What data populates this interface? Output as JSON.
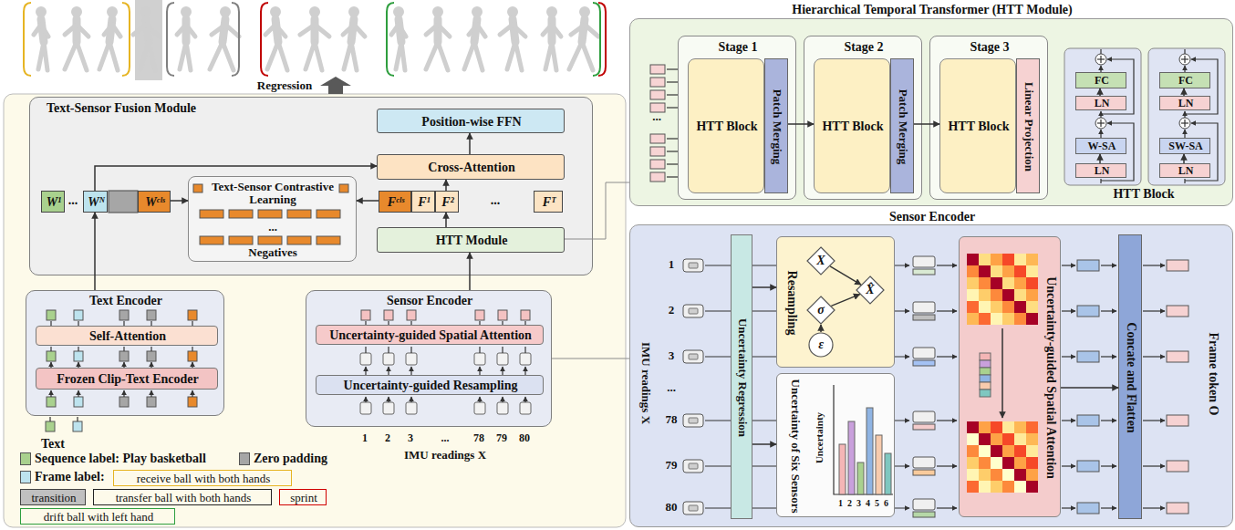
{
  "diagram": {
    "nodes": [
      {
        "text": [
          "Text-Sensor Fusion Module"
        ]
      },
      {
        "text": [
          "Position-wise FFN"
        ],
        "in": 0
      },
      {
        "text": [
          "Cross-Attention"
        ],
        "in": 0
      },
      {
        "text": [
          "W¹"
        ],
        "in": 0
      },
      {
        "text": [
          "Wᴺ"
        ],
        "in": 0
      },
      {
        "text": [
          "Wᶜˡˢ"
        ],
        "in": 0
      },
      {
        "text": [
          "Text-Sensor Contrastive Learning",
          "...",
          "Negatives"
        ],
        "in": 0
      },
      {
        "text": [
          "Fᶜˡˢ"
        ],
        "in": 0
      },
      {
        "text": [
          "F¹"
        ],
        "in": 0
      },
      {
        "text": [
          "F²"
        ],
        "in": 0
      },
      {
        "text": [
          "Fᵀ"
        ],
        "in": 0
      },
      {
        "text": [
          "HTT Module"
        ],
        "in": 0
      },
      {
        "text": [
          "Text Encoder"
        ]
      },
      {
        "text": [
          "Self-Attention"
        ],
        "in": 12
      },
      {
        "text": [
          "Frozen Clip-Text Encoder"
        ],
        "in": 12
      },
      {
        "text": [
          "Sensor Encoder"
        ]
      },
      {
        "text": [
          "Uncertainty-guided Spatial Attention"
        ],
        "in": 15
      },
      {
        "text": [
          "Uncertainty-guided Resampling"
        ],
        "in": 15
      },
      {
        "text": [
          "receive ball with both hands"
        ]
      },
      {
        "text": [
          "transition"
        ]
      },
      {
        "text": [
          "transfer ball with both hands"
        ]
      },
      {
        "text": [
          "sprint"
        ]
      },
      {
        "text": [
          "drift ball with left hand"
        ]
      },
      {
        "text": [
          "Hierarchical Temporal Transformer (HTT Module)"
        ]
      },
      {
        "text": [
          "Stage 1"
        ],
        "in": 23
      },
      {
        "text": [
          "HTT Block"
        ],
        "in": 24
      },
      {
        "text": [
          "Patch Merging"
        ],
        "in": 24
      },
      {
        "text": [
          "Stage 2"
        ],
        "in": 23
      },
      {
        "text": [
          "HTT Block"
        ],
        "in": 27
      },
      {
        "text": [
          "Patch Merging"
        ],
        "in": 27
      },
      {
        "text": [
          "Stage 3"
        ],
        "in": 23
      },
      {
        "text": [
          "HTT Block"
        ],
        "in": 30
      },
      {
        "text": [
          "Linear Projection"
        ],
        "in": 30
      },
      {
        "text": [
          "FC"
        ],
        "in": 23
      },
      {
        "text": [
          "LN"
        ],
        "in": 23
      },
      {
        "text": [
          "W-SA"
        ],
        "in": 23
      },
      {
        "text": [
          "LN"
        ],
        "in": 23
      },
      {
        "text": [
          "FC"
        ],
        "in": 23
      },
      {
        "text": [
          "LN"
        ],
        "in": 23
      },
      {
        "text": [
          "SW-SA"
        ],
        "in": 23
      },
      {
        "text": [
          "LN"
        ],
        "in": 23
      },
      {
        "text": [
          "Sensor Encoder"
        ]
      },
      {
        "text": [
          "Uncertainty Regression"
        ],
        "in": 41
      },
      {
        "text": [
          "Resampling"
        ],
        "in": 41
      },
      {
        "text": [
          "X"
        ],
        "in": 43
      },
      {
        "text": [
          "X̂"
        ],
        "in": 43
      },
      {
        "text": [
          "σ"
        ],
        "in": 43
      },
      {
        "text": [
          "ε"
        ],
        "in": 43
      },
      {
        "text": [
          "Uncertainty of Six Sensors"
        ],
        "in": 41
      },
      {
        "text": [
          "Uncertainty-guided Spatial Attention"
        ],
        "in": 41
      },
      {
        "text": [
          "Concate and Flatten"
        ],
        "in": 41
      }
    ],
    "edges": [
      {
        "from": 12,
        "to": 4,
        "arrow": "to"
      },
      {
        "from": 4,
        "to": 2,
        "arrow": "to"
      },
      {
        "from": 5,
        "to": 6,
        "arrow": "to"
      },
      {
        "from": 7,
        "to": 6,
        "arrow": "to"
      },
      {
        "from": 11,
        "to": 9,
        "arrow": "to"
      },
      {
        "from": 9,
        "to": 2,
        "arrow": "to"
      },
      {
        "from": 2,
        "to": 1,
        "arrow": "to"
      },
      {
        "from": 15,
        "to": 11,
        "arrow": "to"
      },
      {
        "from": 11,
        "to": 23,
        "arrow": "none"
      },
      {
        "from": 15,
        "to": 41,
        "arrow": "none"
      },
      {
        "from": 26,
        "to": 28,
        "arrow": "to"
      },
      {
        "from": 29,
        "to": 31,
        "arrow": "to"
      },
      {
        "from": 36,
        "to": 35,
        "arrow": "to"
      },
      {
        "from": 34,
        "to": 33,
        "arrow": "to"
      },
      {
        "from": 40,
        "to": 39,
        "arrow": "to"
      },
      {
        "from": 38,
        "to": 37,
        "arrow": "to"
      },
      {
        "from": 42,
        "to": 43,
        "arrow": "to"
      },
      {
        "from": 42,
        "to": 48,
        "arrow": "to"
      },
      {
        "from": 44,
        "to": 45,
        "arrow": "to"
      },
      {
        "from": 46,
        "to": 45,
        "arrow": "to"
      },
      {
        "from": 47,
        "to": 46,
        "arrow": "to"
      },
      {
        "from": 49,
        "to": 50,
        "arrow": "to"
      }
    ],
    "labels": [
      "Regression",
      "...",
      "...",
      "Text",
      "1",
      "2",
      "3",
      "...",
      "78",
      "79",
      "80",
      "IMU readings X",
      "...",
      "HTT Block",
      "1",
      "2",
      "3",
      "...",
      "78",
      "79",
      "80",
      "IMU readings X",
      "Uncertainty",
      "1",
      "2",
      "3",
      "4",
      "5",
      "6",
      "Frame token O"
    ],
    "legend": [
      {
        "text": "Sequence label: Play basketball",
        "color": "#a9d18e"
      },
      {
        "text": "Zero padding",
        "color": "#a6a6a6"
      },
      {
        "text": "Frame label:",
        "color": "#bde3ee"
      }
    ]
  }
}
